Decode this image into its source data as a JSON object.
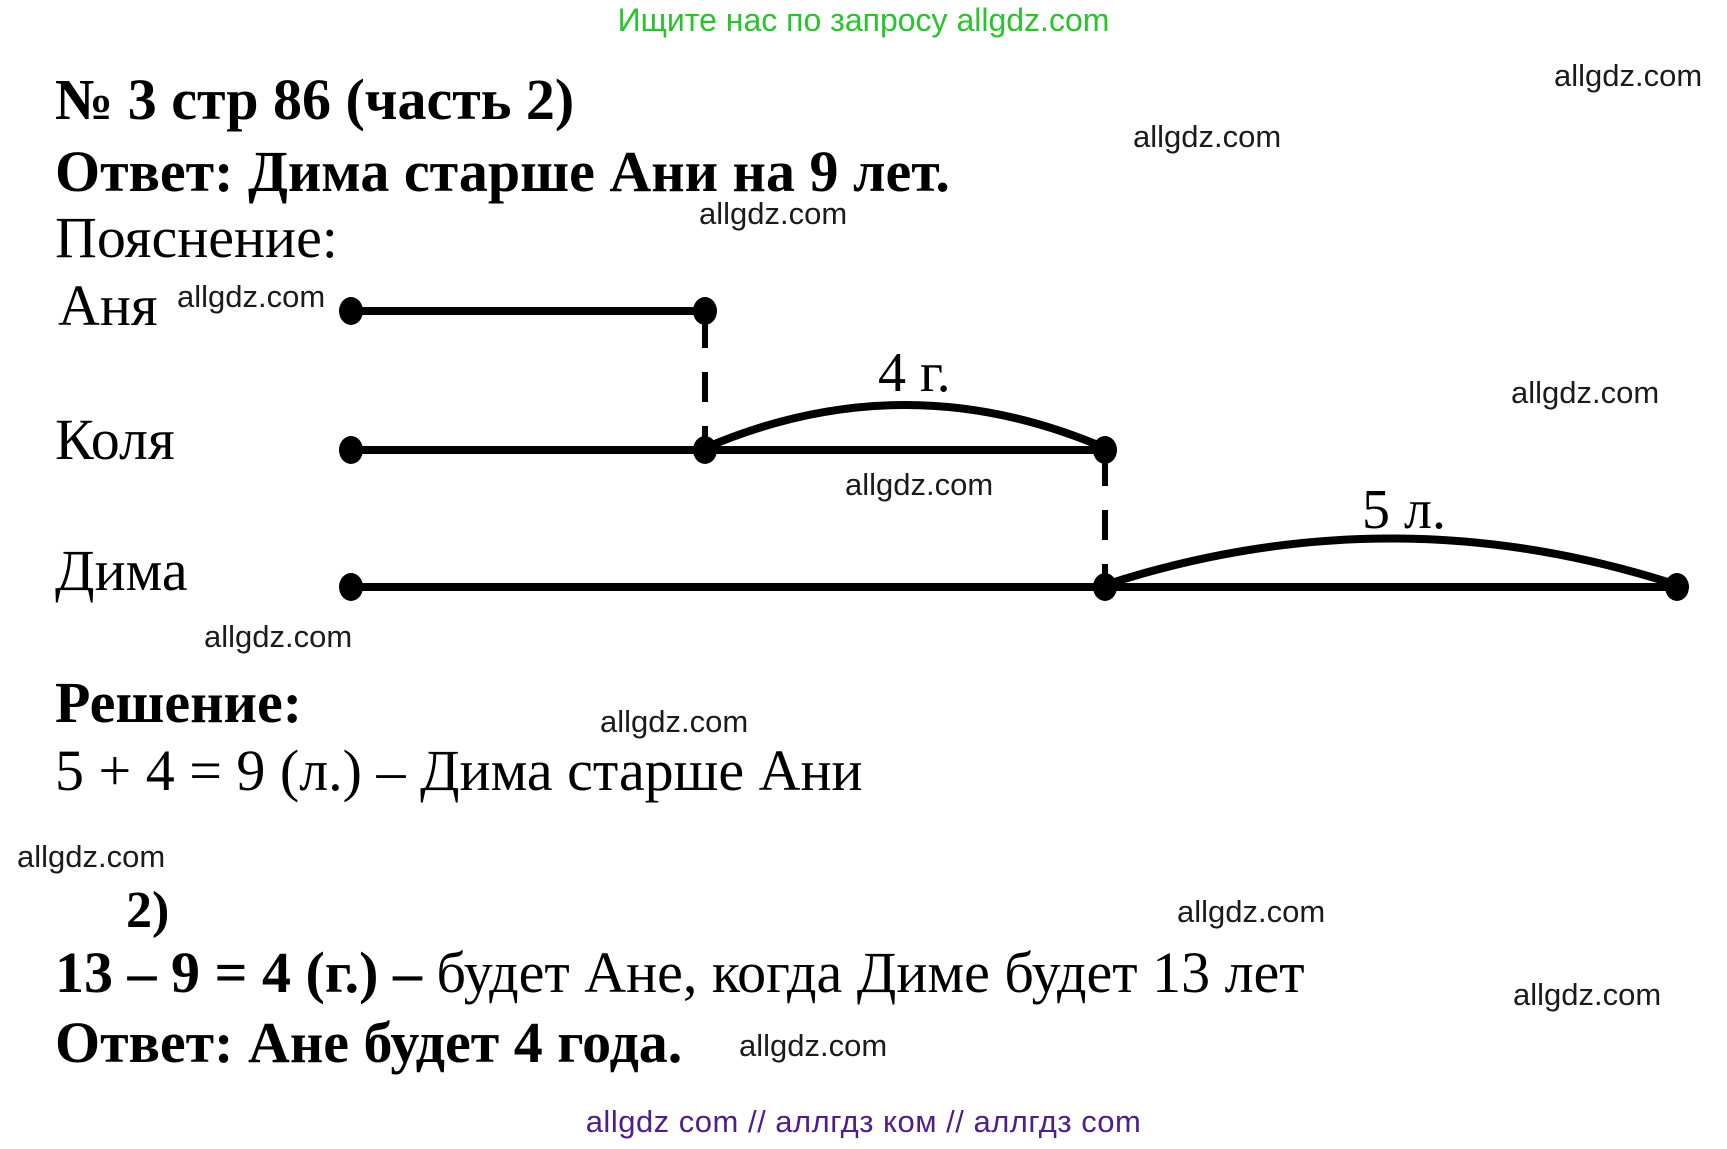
{
  "header": {
    "promo": "Ищите нас по запросу allgdz.com"
  },
  "watermark": {
    "text": "allgdz.com"
  },
  "problem": {
    "title": "№ 3 стр 86 (часть 2)",
    "answer_main": "Ответ: Дима старше Ани на 9 лет.",
    "explanation_label": "Пояснение:"
  },
  "diagram": {
    "rows": [
      {
        "name": "Аня"
      },
      {
        "name": "Коля"
      },
      {
        "name": "Дима"
      }
    ],
    "arc_labels": {
      "kolya_extra": "4 г.",
      "dima_extra": "5 л."
    }
  },
  "solution": {
    "label": "Решение:",
    "step1": "5 + 4 = 9 (л.) – Дима старше Ани",
    "part2_label": "2)",
    "step2_bold": "13 – 9 = 4 (г.) – ",
    "step2_rest": "будет Ане, когда Диме будет 13 лет",
    "answer_final": "Ответ: Ане будет 4 года."
  },
  "footer": {
    "text": "allgdz com  //  аллгдз ком  //  аллгдз com"
  },
  "colors": {
    "promo_green": "#28c32d",
    "footer_purple": "#4f1d8c",
    "ink": "#000000"
  }
}
